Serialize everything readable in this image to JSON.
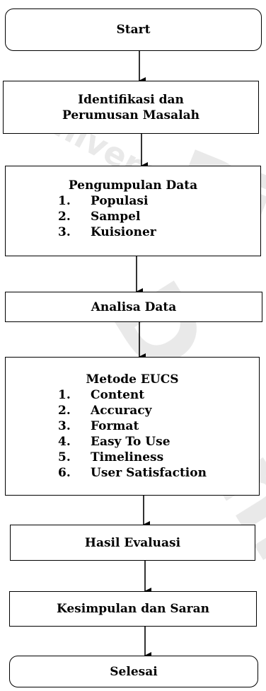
{
  "watermark": {
    "text_main": "Darma",
    "text_small": "Universitas",
    "text_bi": "Bi",
    "color": "#000000"
  },
  "nodes": {
    "start": "Start",
    "identifikasi": [
      "Identifikasi dan",
      "Perumusan Masalah"
    ],
    "pengumpulan": {
      "title": "Pengumpulan Data",
      "items": [
        {
          "num": "1.",
          "label": "Populasi"
        },
        {
          "num": "2.",
          "label": "Sampel"
        },
        {
          "num": "3.",
          "label": "Kuisioner"
        }
      ]
    },
    "analisa": "Analisa Data",
    "metode": {
      "title": "Metode EUCS",
      "items": [
        {
          "num": "1.",
          "label": "Content"
        },
        {
          "num": "2.",
          "label": "Accuracy"
        },
        {
          "num": "3.",
          "label": "Format"
        },
        {
          "num": "4.",
          "label": "Easy To Use"
        },
        {
          "num": "5.",
          "label": "Timeliness"
        },
        {
          "num": "6.",
          "label": "User Satisfaction"
        }
      ]
    },
    "hasil": "Hasil Evaluasi",
    "kesimpulan": "Kesimpulan dan Saran",
    "selesai": "Selesai"
  }
}
